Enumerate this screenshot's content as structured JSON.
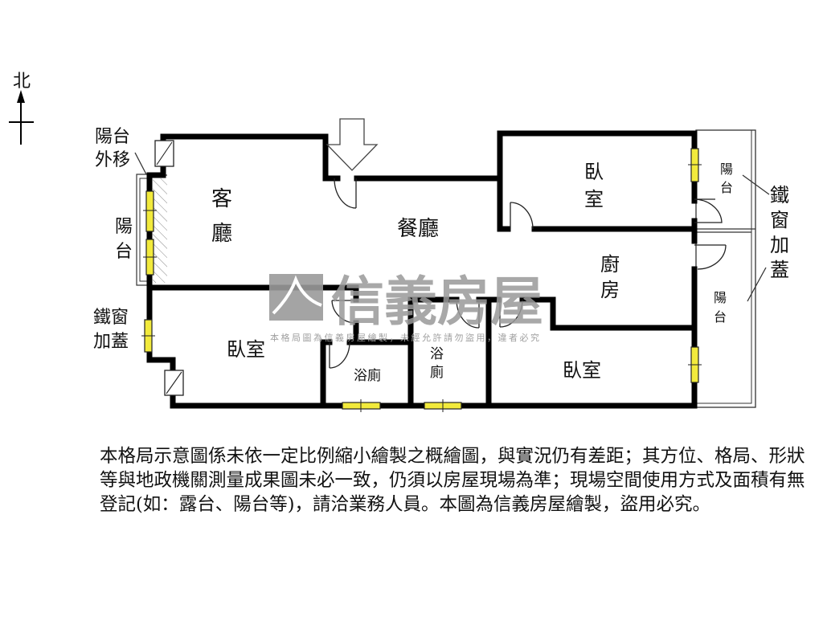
{
  "compass": {
    "label": "北",
    "direction": "north"
  },
  "entrance": {
    "icon": "entrance-arrow-icon"
  },
  "rooms": {
    "living_room": "客廳",
    "dining_room": "餐廳",
    "bedroom_ne": "臥室",
    "kitchen": "廚房",
    "bedroom_sw": "臥室",
    "bath_1": "浴廁",
    "bath_2": "浴廁",
    "bedroom_se": "臥室",
    "balcony_west": "陽台",
    "balcony_east_upper": "陽台",
    "balcony_east_lower": "陽台"
  },
  "annotations": {
    "balcony_moved_out": "陽台外移",
    "iron_window_cover_west": "鐵窗加蓋",
    "iron_window_cover_east": "鐵窗加蓋"
  },
  "watermark": {
    "brand": "信義房屋",
    "notice": "本格局圖為信義房屋繪製，未經允許請勿盜用，違者必究"
  },
  "disclaimer": "本格局示意圖係未依一定比例縮小繪製之概繪圖，與實況仍有差距；其方位、格局、形狀等與地政機關測量成果圖未必一致，仍須以房屋現場為準；現場空間使用方式及面積有無登記(如：露台、陽台等)，請洽業務人員。本圖為信義房屋繪製，盜用必究。",
  "colors": {
    "wall": "#000000",
    "window": "#f2ea3c",
    "watermark": "#9a9a9a",
    "background": "#ffffff"
  }
}
